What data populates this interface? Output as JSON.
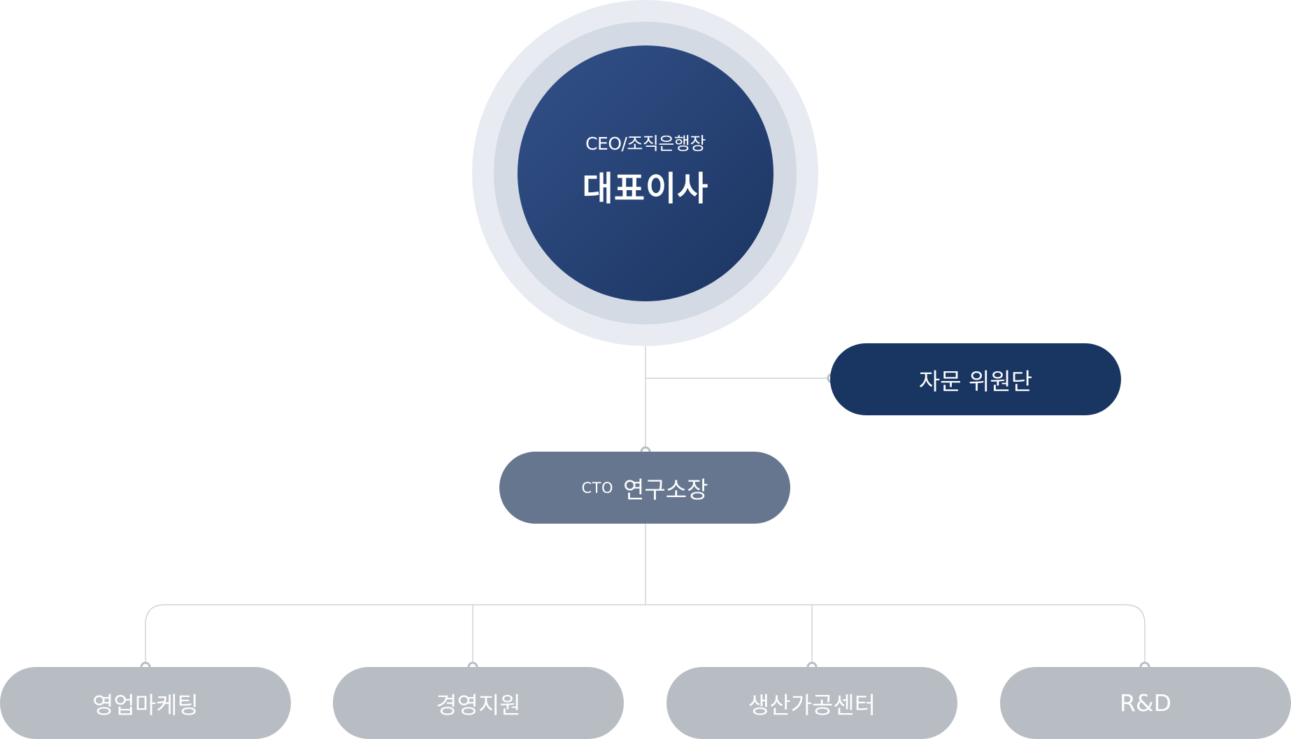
{
  "ceo": {
    "subtitle": "CEO/조직은행장",
    "title": "대표이사"
  },
  "advisory": {
    "label": "자문 위원단"
  },
  "cto": {
    "tag": "CTO",
    "title": "연구소장"
  },
  "departments": [
    {
      "label": "영업마케팅"
    },
    {
      "label": "경영지원"
    },
    {
      "label": "생산가공센터"
    },
    {
      "label": "R&D"
    }
  ],
  "colors": {
    "ceo_gradient_start": "#335189",
    "ceo_gradient_end": "#1b3461",
    "advisory": "#193561",
    "cto": "#67768f",
    "department": "#b7bdc3",
    "connector": "#cfd3d8"
  }
}
